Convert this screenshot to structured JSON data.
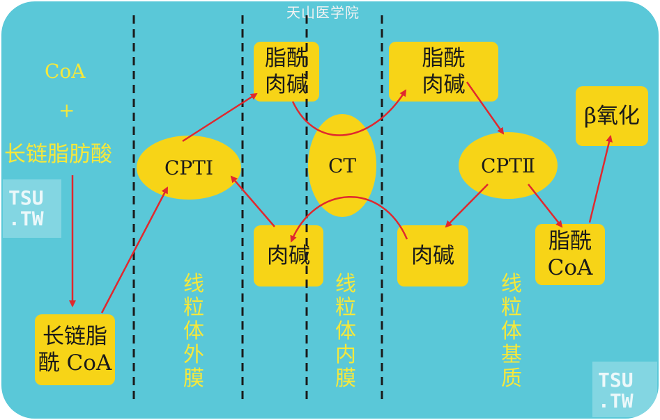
{
  "watermark": "天山医学院",
  "tsu_watermark": {
    "line1": "TSU",
    "line2": ".TW"
  },
  "left_text": {
    "coa": "CoA",
    "plus": "+",
    "fatty_acid": "长链脂肪酸"
  },
  "boxes": {
    "long_chain_acyl_coa": [
      "长链脂",
      "酰 CoA"
    ],
    "acyl_carnitine_outer": [
      "脂酰",
      "肉碱"
    ],
    "acyl_carnitine_inner": [
      "脂酰",
      "肉碱"
    ],
    "carnitine_outer": "肉碱",
    "carnitine_inner": "肉碱",
    "acyl_coa_matrix": [
      "脂酰",
      "CoA"
    ],
    "beta_oxidation": "β氧化"
  },
  "enzymes": {
    "cpt1": "CPTⅠ",
    "ct": "CT",
    "cpt2": "CPTⅡ"
  },
  "region_labels": {
    "outer_membrane": [
      "线",
      "粒",
      "体",
      "外",
      "膜"
    ],
    "inner_membrane": [
      "线",
      "粒",
      "体",
      "内",
      "膜"
    ],
    "matrix": [
      "线",
      "粒",
      "体",
      "基",
      "质"
    ]
  },
  "colors": {
    "background": "#5ac8d8",
    "box": "#f7d417",
    "arrow": "#e0282e",
    "label_yellow": "#f5e83c"
  }
}
